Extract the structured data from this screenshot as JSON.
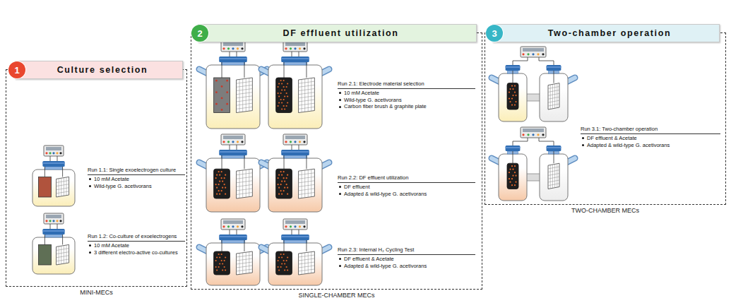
{
  "diagram": {
    "nodes": [
      {
        "text": [
          "MINI-MECs"
        ]
      },
      {
        "text": [
          "Culture selection"
        ],
        "in": 0
      },
      {
        "text": [
          "1"
        ],
        "in": 1
      },
      {
        "text": [
          "SINGLE-CHAMBER MECs"
        ]
      },
      {
        "text": [
          "DF effluent utilization"
        ],
        "in": 3
      },
      {
        "text": [
          "2"
        ],
        "in": 4
      },
      {
        "text": [
          "TWO-CHAMBER MECs"
        ]
      },
      {
        "text": [
          "Two-chamber operation"
        ],
        "in": 6
      },
      {
        "text": [
          "3"
        ],
        "in": 7
      }
    ],
    "labels": [
      "Run 1.1: Single exoelectrogen culture",
      "10 mM Acetate",
      "Wild-type G. acetivorans",
      "Run 1.2: Co-culture of exoelectrogens",
      "10 mM Acetate",
      "3 different electro-active co-cultures",
      "Run 2.1: Electrode material selection",
      "10 mM Acetate",
      "Wild-type G. acetivorans",
      "Carbon fiber brush & graphite plate",
      "Run 2.2: DF effluent utilization",
      "DF effluent",
      "Adapted & wild-type G. acetivorans",
      "Run 2.3: Internal H₂ Cycling Test",
      "DF effluent & Acetate",
      "Adapted & wild-type G. acetivorans",
      "Run 3.1: Two-chamber operation",
      "DF effluent & Acetate",
      "Adapted & wild-type G. acetivorans"
    ]
  }
}
